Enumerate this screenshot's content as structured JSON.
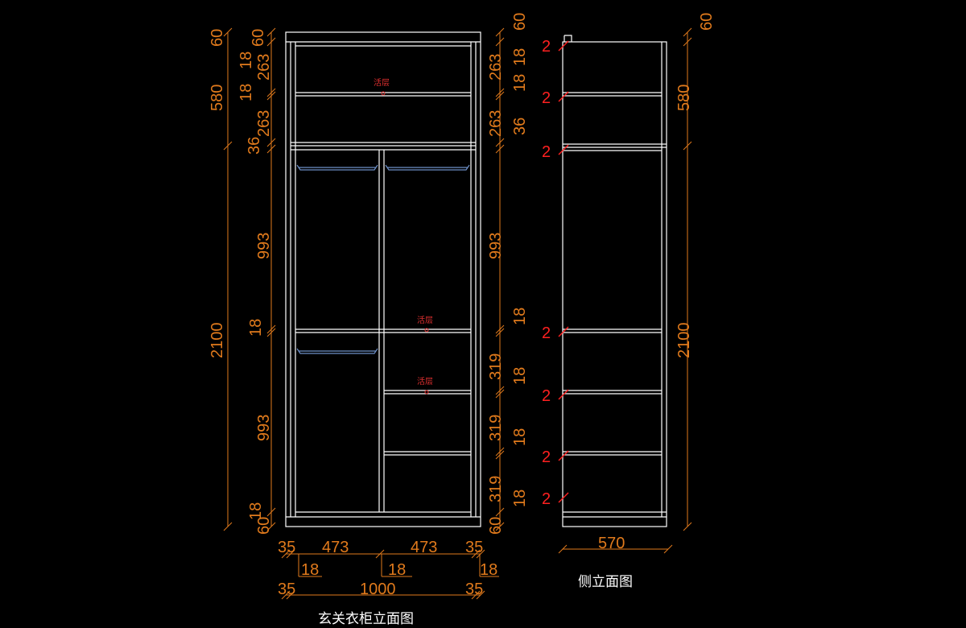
{
  "titles": {
    "front": "玄关衣柜立面图",
    "side": "侧立面图"
  },
  "tags": {
    "shelf": "活层"
  },
  "front_left": {
    "overall": "2100",
    "top": "580",
    "upper": "993",
    "lower": "993",
    "d60a": "60",
    "d60b": "60",
    "d18a": "18",
    "d263a": "263",
    "d18b": "18",
    "d263b": "263",
    "d36": "36",
    "d18c": "18",
    "d18d": "18",
    "d60c": "60"
  },
  "front_right": {
    "d60a": "60",
    "d263a": "263",
    "d18a": "18",
    "d18b": "18",
    "d263b": "263",
    "d36": "36",
    "upper": "993",
    "d18c": "18",
    "d319a": "319",
    "d18d": "18",
    "d319b": "319",
    "d18e": "18",
    "d319c": "319",
    "d18f": "18",
    "d60b": "60"
  },
  "front_bottom": {
    "side_l": "35",
    "bay_l": "473",
    "bay_r": "473",
    "side_r": "35",
    "t1": "18",
    "t2": "18",
    "t3": "18",
    "overall": "1000",
    "side_l2": "35",
    "side_r2": "35"
  },
  "side_view": {
    "top": "60",
    "upper": "580",
    "overall": "2100",
    "depth": "570",
    "marks": [
      "2",
      "2",
      "2",
      "2",
      "2",
      "2",
      "2"
    ]
  }
}
